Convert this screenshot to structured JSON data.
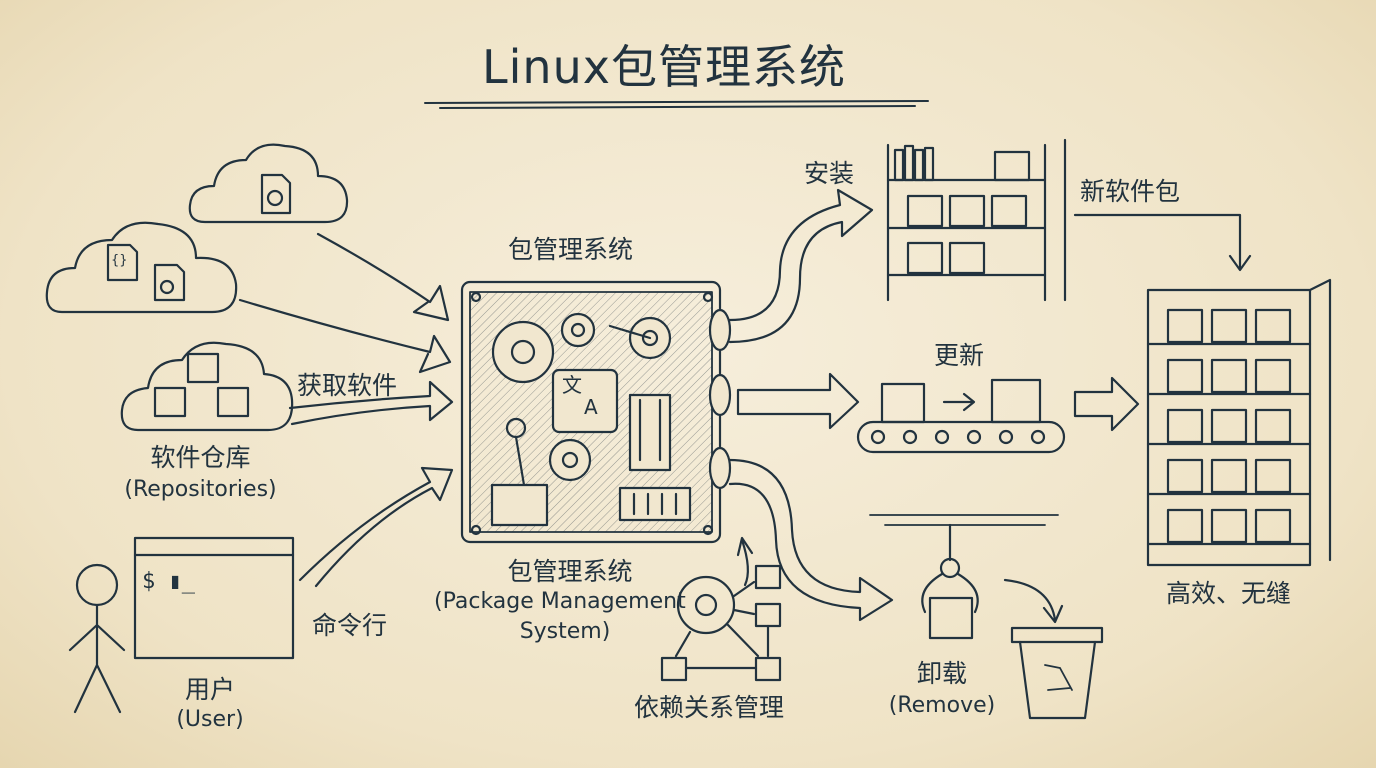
{
  "title": "Linux包管理系统",
  "labels": {
    "pms_top": "包管理系统",
    "fetch": "获取软件",
    "repo_cn": "软件仓库",
    "repo_en": "(Repositories)",
    "cli": "命令行",
    "user_cn": "用户",
    "user_en": "(User)",
    "pms_cn": "包管理系统",
    "pms_en1": "(Package Management",
    "pms_en2": "System)",
    "dependency": "依赖关系管理",
    "install": "安装",
    "new_pkg": "新软件包",
    "update": "更新",
    "remove_cn": "卸载",
    "remove_en": "(Remove)",
    "efficient": "高效、无缝",
    "terminal_prompt": "$ ▮_",
    "translate_glyph1": "文",
    "translate_glyph2": "A",
    "code_glyph": "{}"
  }
}
